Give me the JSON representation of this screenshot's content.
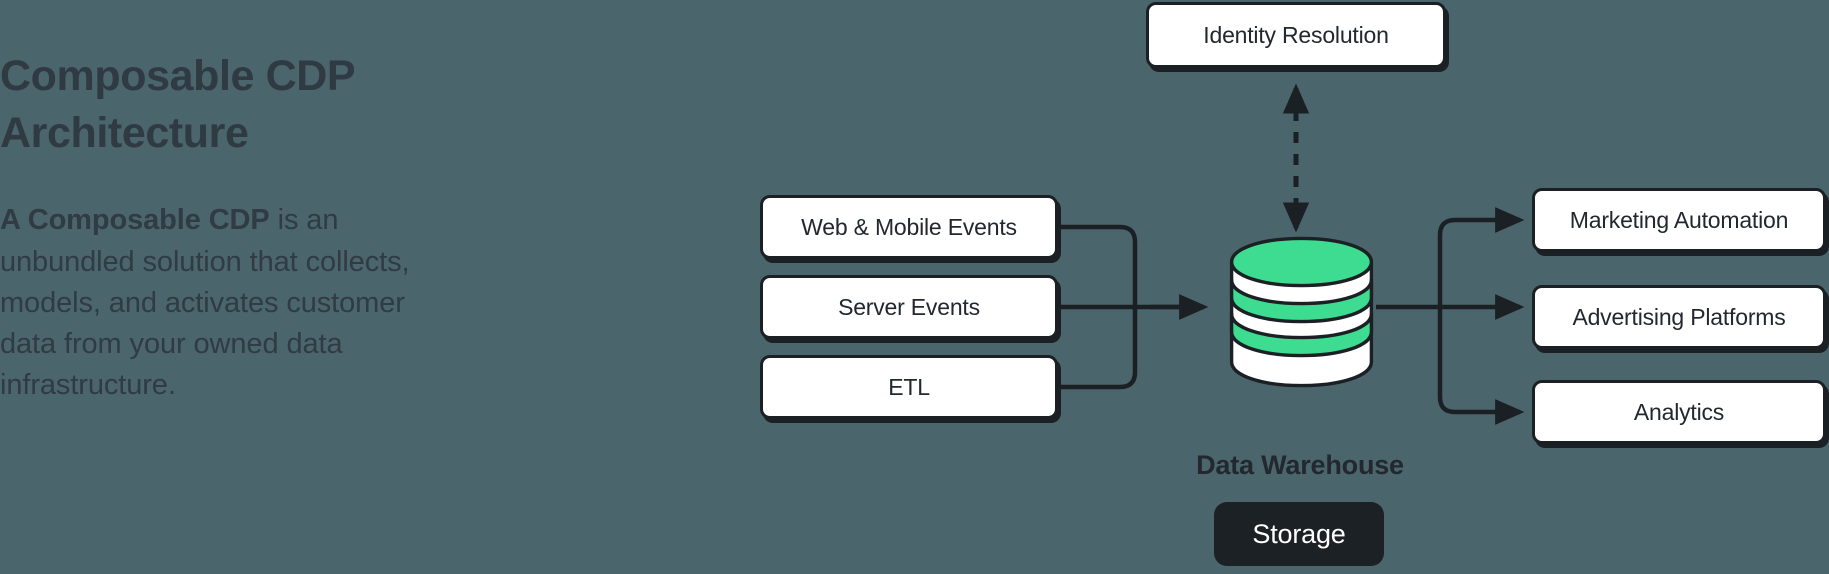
{
  "background_color": "#4b656c",
  "accent_color": "#3ddc91",
  "ink_color": "#1b2025",
  "text_panel": {
    "headline": "Composable CDP\nArchitecture",
    "body_lead": "A Composable CDP",
    "body_rest": " is an unbundled solution that collects, models, and activates customer data from your owned data infrastructure."
  },
  "diagram": {
    "identity_node": "Identity Resolution",
    "inputs": [
      {
        "label": "Web & Mobile Events"
      },
      {
        "label": "Server Events"
      },
      {
        "label": "ETL"
      }
    ],
    "warehouse": {
      "caption": "Data Warehouse",
      "storage_pill": "Storage"
    },
    "outputs": [
      {
        "label": "Marketing Automation"
      },
      {
        "label": "Advertising Platforms"
      },
      {
        "label": "Analytics"
      }
    ]
  }
}
